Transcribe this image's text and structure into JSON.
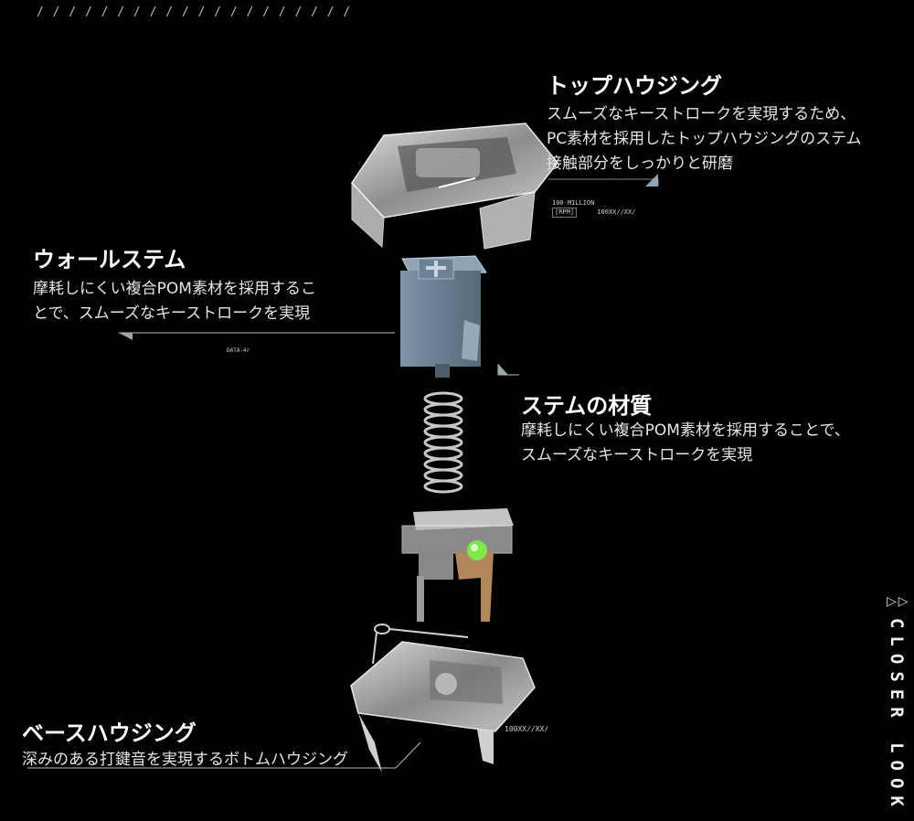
{
  "decor": {
    "slashes": "/ / / / / / / / / / / / / / / / / / / /"
  },
  "parts": {
    "top_housing": {
      "title": "トップハウジング",
      "lines": [
        "スムーズなキーストロークを実現するため、",
        "PC素材を採用したトップハウジングのステム",
        "接触部分をしっかりと研磨"
      ]
    },
    "wall_stem": {
      "title": "ウォールステム",
      "lines": [
        "摩耗しにくい複合POM素材を採用するこ",
        "とで、スムーズなキーストロークを実現"
      ]
    },
    "stem_material": {
      "title": "ステムの材質",
      "lines": [
        "摩耗しにくい複合POM素材を採用することで、",
        "スムーズなキーストロークを実現"
      ]
    },
    "base_housing": {
      "title": "ベースハウジング",
      "lines": [
        "深みのある打鍵音を実現するボトムハウジング"
      ]
    }
  },
  "tags": {
    "top": {
      "line1": "100-MILLION",
      "line2": "[RPM]",
      "line3": "100XX//XX/"
    },
    "stem": {
      "line1": "DATA-4r"
    },
    "base": {
      "line1": "100XX//XX/"
    }
  },
  "side_label": {
    "arrows": "▷▷",
    "text": "CLOSER LOOK"
  },
  "colors": {
    "background": "#000000",
    "stem": "#6f8496",
    "led": "#7ee84a",
    "copper": "#b0865a"
  }
}
